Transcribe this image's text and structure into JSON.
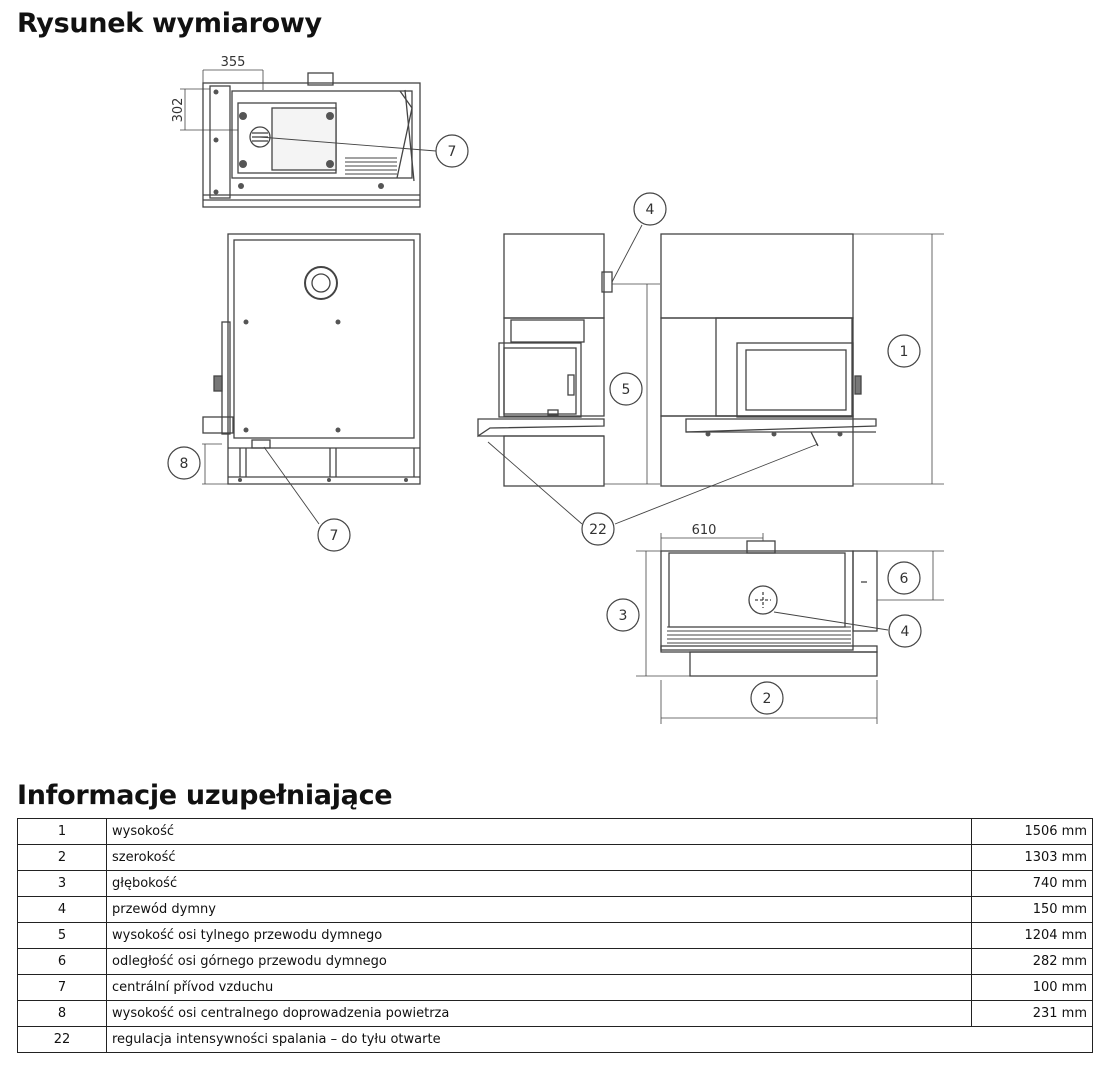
{
  "headings": {
    "drawing": "Rysunek wymiarowy",
    "info": "Informacje uzupełniające"
  },
  "drawing": {
    "dims": {
      "top_width": "355",
      "top_height": "302",
      "front_width": "610"
    },
    "callouts": [
      "1",
      "2",
      "3",
      "4",
      "5",
      "6",
      "7",
      "8",
      "22"
    ]
  },
  "table": {
    "rows": [
      {
        "num": "1",
        "desc": "wysokość",
        "value": "1506 mm"
      },
      {
        "num": "2",
        "desc": "szerokość",
        "value": "1303 mm"
      },
      {
        "num": "3",
        "desc": "głębokość",
        "value": "740 mm"
      },
      {
        "num": "4",
        "desc": "przewód dymny",
        "value": "150 mm"
      },
      {
        "num": "5",
        "desc": "wysokość osi tylnego przewodu dymnego",
        "value": "1204 mm"
      },
      {
        "num": "6",
        "desc": "odległość osi górnego przewodu dymnego",
        "value": "282 mm"
      },
      {
        "num": "7",
        "desc": "centrální přívod vzduchu",
        "value": "100 mm"
      },
      {
        "num": "8",
        "desc": "wysokość osi centralnego doprowadzenia powietrza",
        "value": "231 mm"
      },
      {
        "num": "22",
        "desc": "regulacja intensywności spalania – do tyłu otwarte",
        "value": ""
      }
    ]
  }
}
